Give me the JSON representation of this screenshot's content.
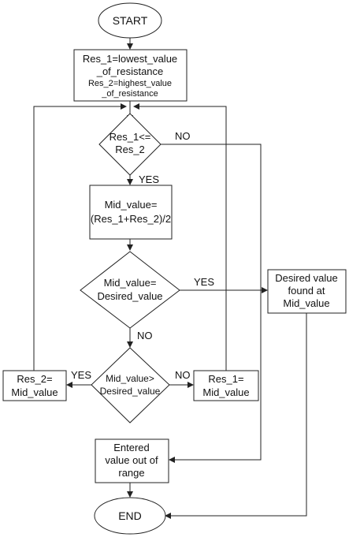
{
  "flowchart": {
    "start": "START",
    "init": {
      "line1": "Res_1=lowest_value",
      "line2": "_of_resistance",
      "line3": "Res_2=highest_value",
      "line4": "_of_resistance"
    },
    "check_range": {
      "line1": "Res_1<=",
      "line2": "Res_2"
    },
    "mid_calc": {
      "line1": "Mid_value=",
      "line2": "(Res_1+Res_2)/2"
    },
    "check_equal": {
      "line1": "Mid_value=",
      "line2": "Desired_value"
    },
    "check_greater": {
      "line1": "Mid_value>",
      "line2": "Desired_value"
    },
    "set_res2": {
      "line1": "Res_2=",
      "line2": "Mid_value"
    },
    "set_res1": {
      "line1": "Res_1=",
      "line2": "Mid_value"
    },
    "found": {
      "line1": "Desired value",
      "line2": "found at",
      "line3": "Mid_value"
    },
    "out_of_range": {
      "line1": "Entered",
      "line2": "value out of",
      "line3": "range"
    },
    "end": "END",
    "labels": {
      "range_no": "NO",
      "range_yes": "YES",
      "equal_yes": "YES",
      "equal_no": "NO",
      "greater_yes": "YES",
      "greater_no": "NO"
    }
  }
}
